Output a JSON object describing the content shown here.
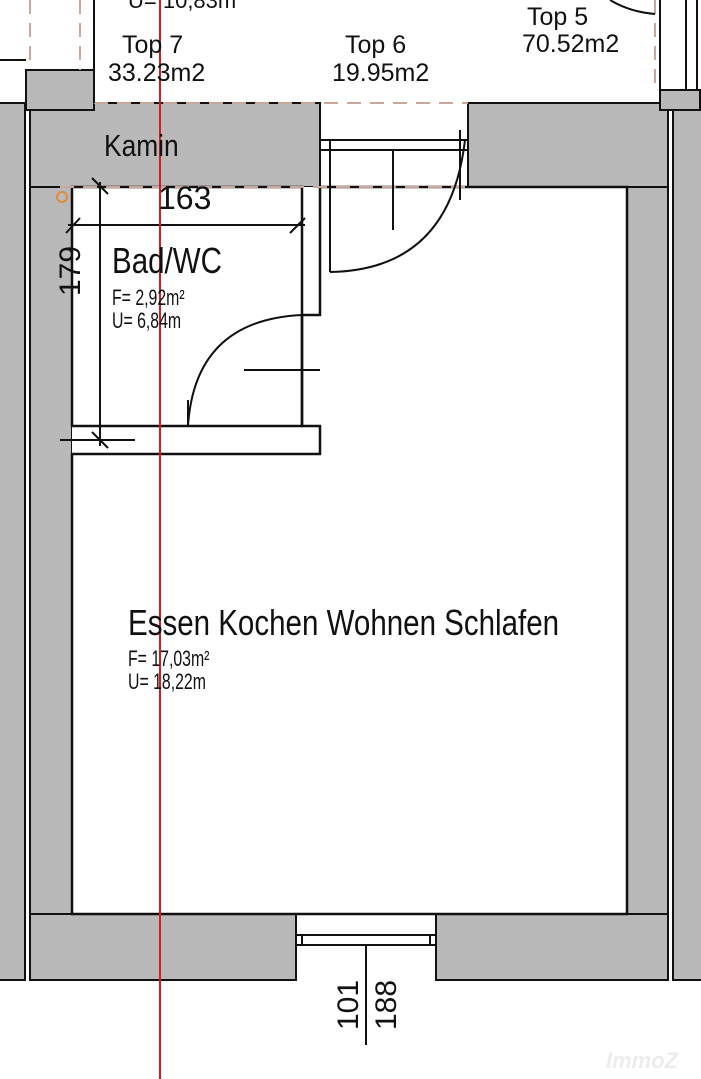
{
  "units": [
    {
      "id": "top7",
      "name": "Top 7",
      "area": "33.23m2"
    },
    {
      "id": "top6",
      "name": "Top 6",
      "area": "19.95m2"
    },
    {
      "id": "top5",
      "name": "Top 5",
      "area": "70.52m2"
    }
  ],
  "partial_label": "U= 10,83m",
  "chimney_label": "Kamin",
  "rooms": [
    {
      "id": "bath",
      "name": "Bad/WC",
      "area": "F= 2,92m²",
      "perimeter": "U= 6,84m"
    },
    {
      "id": "living",
      "name": "Essen Kochen Wohnen Schlafen",
      "area": "F= 17,03m²",
      "perimeter": "U= 18,22m"
    }
  ],
  "dimensions": {
    "bath_width": "163",
    "bath_height": "179",
    "window_lower": "101",
    "window_upper": "188"
  },
  "watermark": "ImmoZ",
  "colors": {
    "wall": "#b9b9b9",
    "line": "#111111",
    "dashed": "#c9a79a",
    "red_line": "#cc1f1f",
    "marker": "#e08a3a"
  }
}
